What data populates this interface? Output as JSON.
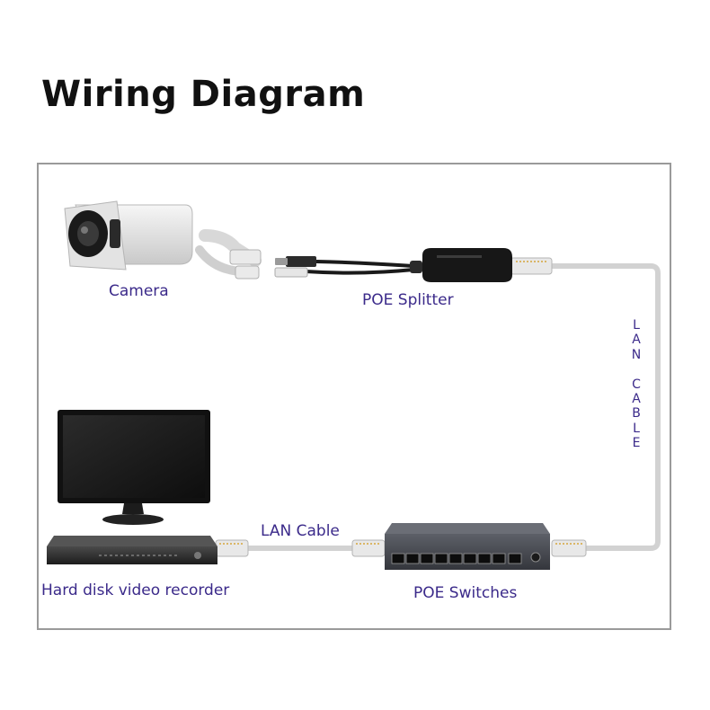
{
  "title": "Wiring Diagram",
  "labels": {
    "camera": "Camera",
    "poe_splitter": "POE Splitter",
    "lan_cable_vertical": "LAN CABLE",
    "lan_cable": "LAN Cable",
    "hdd_recorder": "Hard disk video recorder",
    "poe_switches": "POE Switches"
  },
  "colors": {
    "label_text": "#3b2a8a",
    "frame_border": "#9a9a9a",
    "cable": "#d2d2d2"
  }
}
